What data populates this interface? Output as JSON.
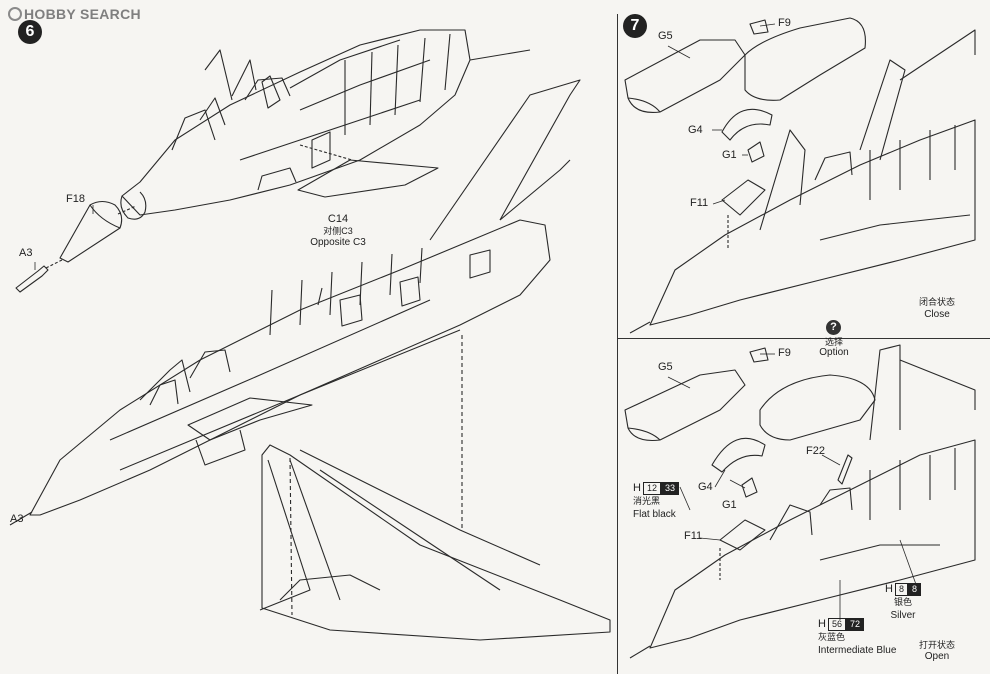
{
  "header": {
    "logo_text": "HOBBY SEARCH"
  },
  "step6": {
    "number": "6",
    "parts": [
      "F18",
      "A3",
      "C14"
    ],
    "c14_note_cn": "对侧C3",
    "c14_note_en": "Opposite C3"
  },
  "step7": {
    "number": "7",
    "parts": [
      "F9",
      "G5",
      "G4",
      "G1",
      "F11"
    ],
    "state_cn": "闭合状态",
    "state_en": "Close"
  },
  "option": {
    "symbol": "?",
    "label_cn": "选择",
    "label_en": "Option"
  },
  "open_panel": {
    "parts": [
      "F9",
      "G5",
      "F22",
      "G4",
      "G1",
      "F11"
    ],
    "state_cn": "打开状态",
    "state_en": "Open",
    "paints": [
      {
        "h": "H",
        "code1": "12",
        "code2": "33",
        "name_cn": "消光黑",
        "name_en": "Flat black"
      },
      {
        "h": "H",
        "code1": "8",
        "code2": "8",
        "name_cn": "银色",
        "name_en": "Silver"
      },
      {
        "h": "H",
        "code1": "56",
        "code2": "72",
        "name_cn": "灰蓝色",
        "name_en": "Intermediate Blue"
      }
    ]
  }
}
